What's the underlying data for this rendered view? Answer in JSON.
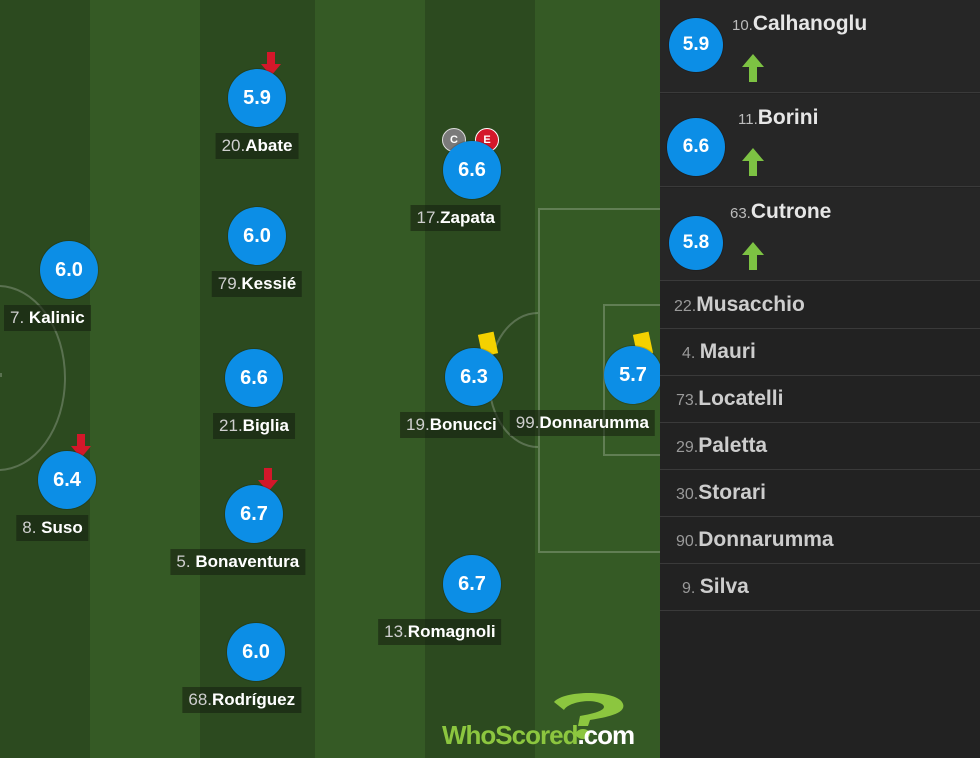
{
  "pitch_players": [
    {
      "key": "abate",
      "number": "20.",
      "name": "Abate",
      "rating": "5.9",
      "sub_off": true
    },
    {
      "key": "kessie",
      "number": "79.",
      "name": "Kessié",
      "rating": "6.0"
    },
    {
      "key": "biglia",
      "number": "21.",
      "name": "Biglia",
      "rating": "6.6"
    },
    {
      "key": "bonaventura",
      "number": "5. ",
      "name": "Bonaventura",
      "rating": "6.7",
      "sub_off": true
    },
    {
      "key": "rodriguez",
      "number": "68.",
      "name": "Rodríguez",
      "rating": "6.0"
    },
    {
      "key": "kalinic",
      "number": "7. ",
      "name": "Kalinic",
      "rating": "6.0"
    },
    {
      "key": "suso",
      "number": "8. ",
      "name": "Suso",
      "rating": "6.4",
      "sub_off": true
    },
    {
      "key": "zapata",
      "number": "17.",
      "name": "Zapata",
      "rating": "6.6",
      "captain": "C",
      "event": "E"
    },
    {
      "key": "bonucci",
      "number": "19.",
      "name": "Bonucci",
      "rating": "6.3",
      "yellow_card": true
    },
    {
      "key": "romagnoli",
      "number": "13.",
      "name": "Romagnoli",
      "rating": "6.7"
    },
    {
      "key": "donnarumma",
      "number": "99.",
      "name": "Donnarumma",
      "rating": "5.7",
      "yellow_card": true
    }
  ],
  "substitutes_used": [
    {
      "number": "10.",
      "name": "Calhanoglu",
      "rating": "5.9"
    },
    {
      "number": "11.",
      "name": "Borini",
      "rating": "6.6"
    },
    {
      "number": "63.",
      "name": "Cutrone",
      "rating": "5.8"
    }
  ],
  "bench": [
    {
      "number": "22.",
      "name": "Musacchio"
    },
    {
      "number": "4. ",
      "name": "Mauri"
    },
    {
      "number": "73.",
      "name": "Locatelli"
    },
    {
      "number": "29.",
      "name": "Paletta"
    },
    {
      "number": "30.",
      "name": "Storari"
    },
    {
      "number": "90.",
      "name": "Donnarumma"
    },
    {
      "number": "9. ",
      "name": "Silva"
    }
  ],
  "logo": {
    "text_who": "WhoScored",
    "text_com": ".com"
  },
  "colors": {
    "rating_bg": "#0c8ee6",
    "sub_off_arrow": "#d4172a",
    "sub_on_arrow": "#7dc243",
    "yellow_card": "#f4d100",
    "event_badge": "#d4172a",
    "captain_badge": "#7a7a7a"
  }
}
